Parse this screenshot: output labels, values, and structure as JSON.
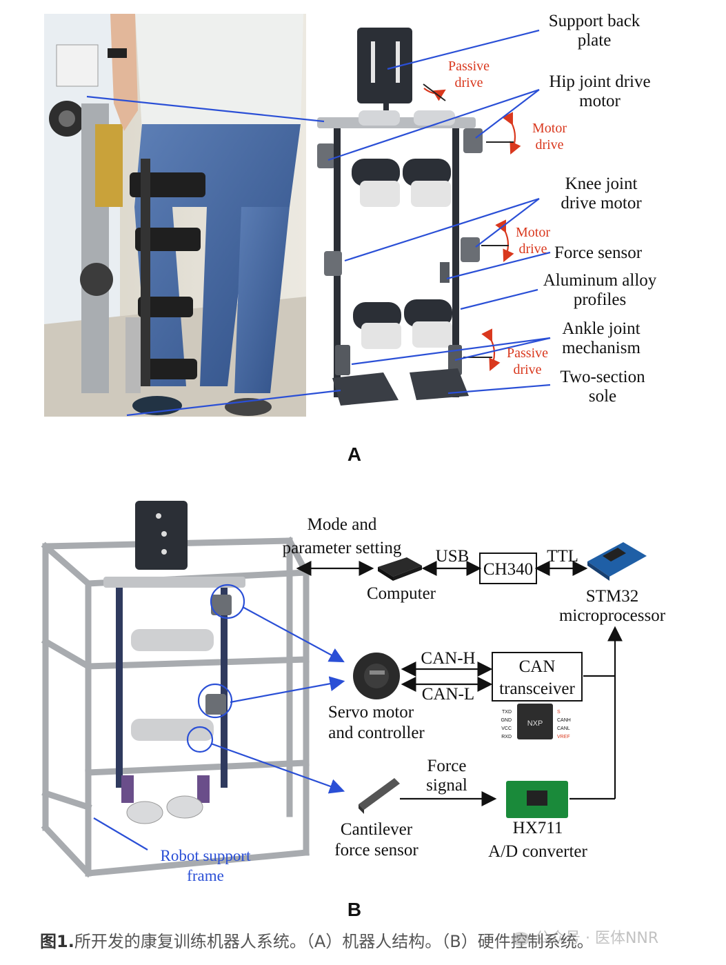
{
  "panel_a": {
    "letter": "A",
    "labels": {
      "support_back_plate": [
        "Support back",
        "plate"
      ],
      "hip_joint_drive_motor": [
        "Hip joint drive",
        "motor"
      ],
      "knee_joint_drive_motor": [
        "Knee joint",
        "drive motor"
      ],
      "force_sensor": "Force sensor",
      "aluminum_alloy_profiles": [
        "Aluminum alloy",
        "profiles"
      ],
      "ankle_joint_mechanism": [
        "Ankle joint",
        "mechanism"
      ],
      "two_section_sole": [
        "Two-section",
        "sole"
      ]
    },
    "drive_labels": {
      "passive_drive_top": [
        "Passive",
        "drive"
      ],
      "motor_drive_hip": [
        "Motor",
        "drive"
      ],
      "motor_drive_knee": [
        "Motor",
        "drive"
      ],
      "passive_drive_ankle": [
        "Passive",
        "drive"
      ]
    }
  },
  "panel_b": {
    "letter": "B",
    "labels": {
      "mode_and_parameter": [
        "Mode and",
        "parameter setting"
      ],
      "usb": "USB",
      "ch340": "CH340",
      "ttl": "TTL",
      "computer": "Computer",
      "stm32": [
        "STM32",
        "microprocessor"
      ],
      "can_h": "CAN-H",
      "can_l": "CAN-L",
      "can_transceiver": [
        "CAN",
        "transceiver"
      ],
      "servo_motor": [
        "Servo motor",
        "and controller"
      ],
      "force_signal": [
        "Force",
        "signal"
      ],
      "cantilever_force_sensor": [
        "Cantilever",
        "force sensor"
      ],
      "hx711": [
        "HX711",
        "A/D converter"
      ],
      "robot_support_frame": [
        "Robot support",
        "frame"
      ]
    },
    "chip_pins_left": [
      "TXD",
      "GND",
      "VCC",
      "RXD"
    ],
    "chip_pins_right": [
      "S",
      "CANH",
      "CANL",
      "VREF"
    ],
    "chip_logo": "NXP"
  },
  "caption": {
    "figure_no": "图1.",
    "text": "所开发的康复训练机器人系统。（A）机器人结构。（B）硬件控制系统。"
  },
  "watermark": "公众号 · 医体NNR",
  "colors": {
    "pointer_blue": "#2a4fd6",
    "drive_red": "#d9381e",
    "robot_dark": "#2b2f36",
    "frame_gray": "#b9bcc0"
  }
}
